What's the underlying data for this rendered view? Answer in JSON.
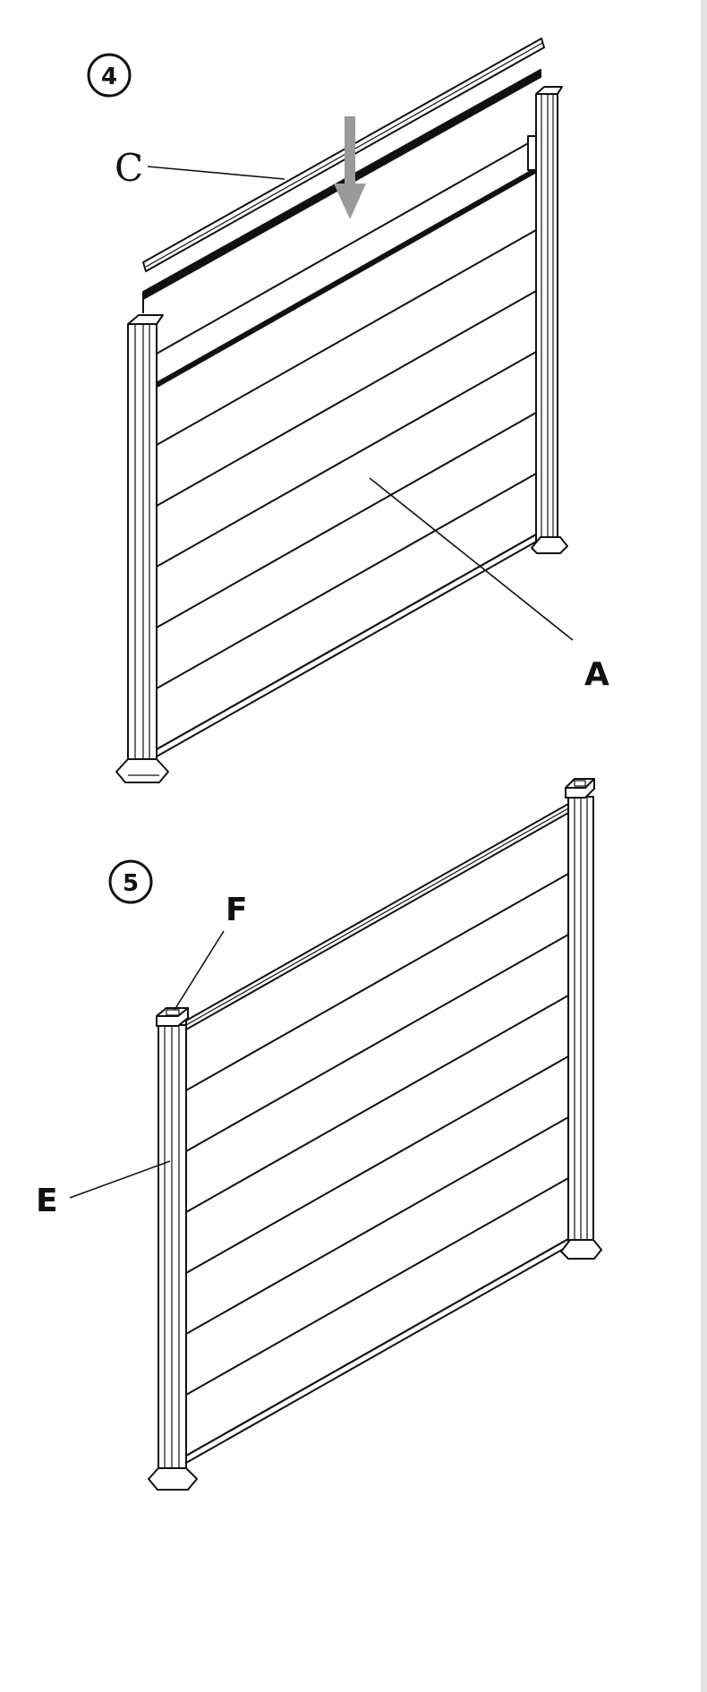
{
  "steps": {
    "step4": {
      "number": "4",
      "labels": {
        "c": "C",
        "a": "A"
      }
    },
    "step5": {
      "number": "5",
      "labels": {
        "f": "F",
        "e": "E"
      }
    }
  },
  "colors": {
    "line": "#111111",
    "arrow": "#9a9a9a",
    "background": "#ffffff",
    "edge": "#e4e4e4"
  }
}
